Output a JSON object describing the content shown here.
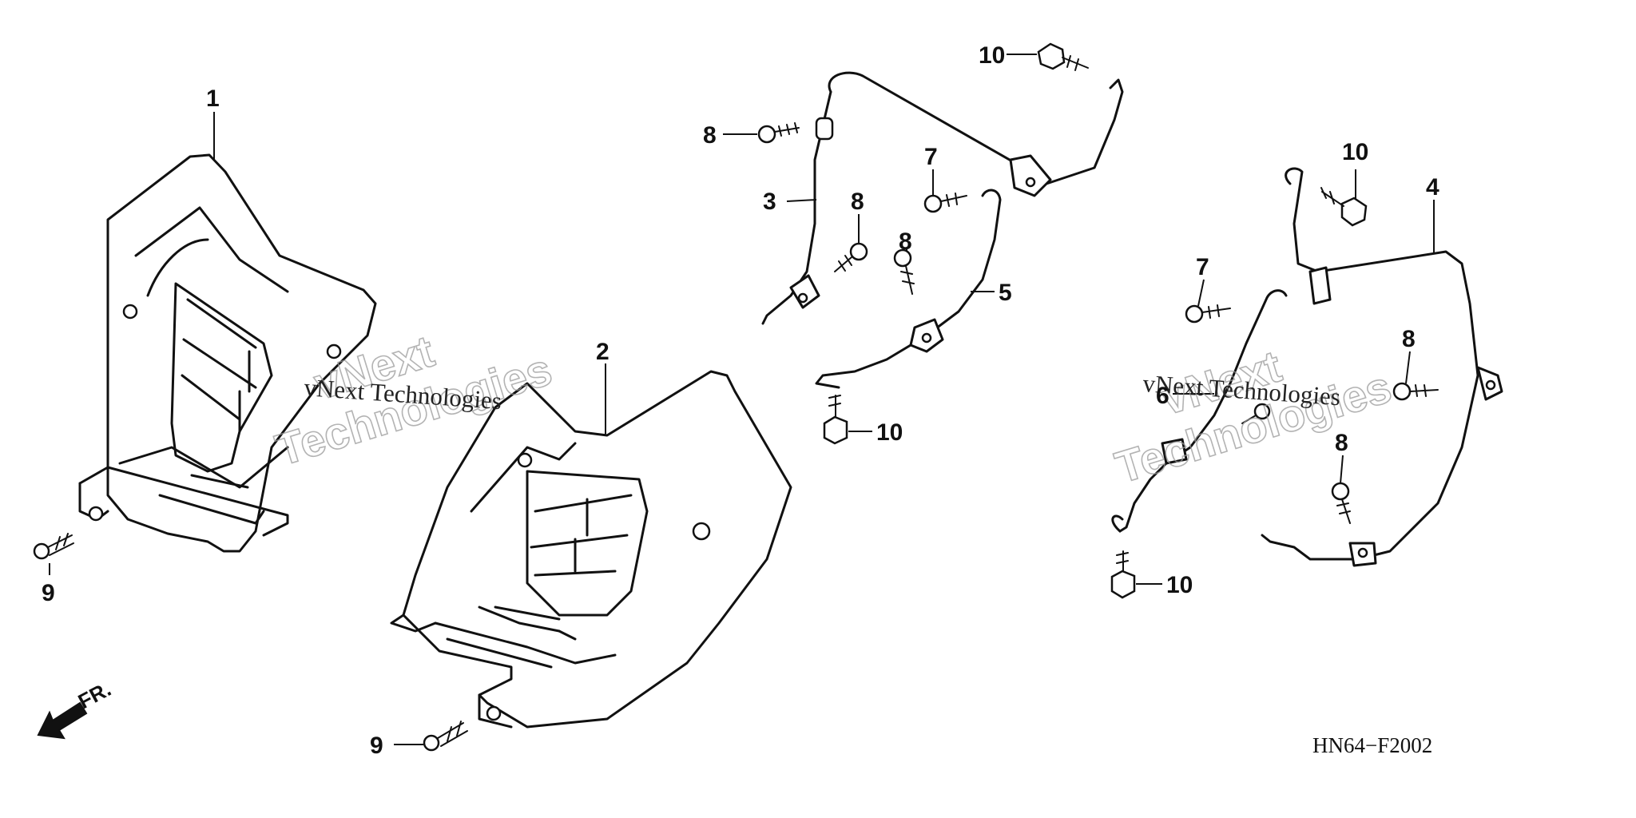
{
  "diagram": {
    "drawing_code": "HN64−F2002",
    "direction_label": "FR.",
    "watermark": {
      "brand_lines": [
        "vNext",
        "Technologies"
      ],
      "caption": "vNext Technologies"
    },
    "callouts": {
      "c1": "1",
      "c2": "2",
      "c3": "3",
      "c4": "4",
      "c5": "5",
      "c6": "6",
      "c7a": "7",
      "c7b": "7",
      "c8a": "8",
      "c8b": "8",
      "c8c": "8",
      "c8d": "8",
      "c8e": "8",
      "c9a": "9",
      "c9b": "9",
      "c10a": "10",
      "c10b": "10",
      "c10c": "10",
      "c10d": "10"
    },
    "colors": {
      "ink": "#111111",
      "background": "#ffffff",
      "watermark": "#9a9a9a"
    }
  }
}
